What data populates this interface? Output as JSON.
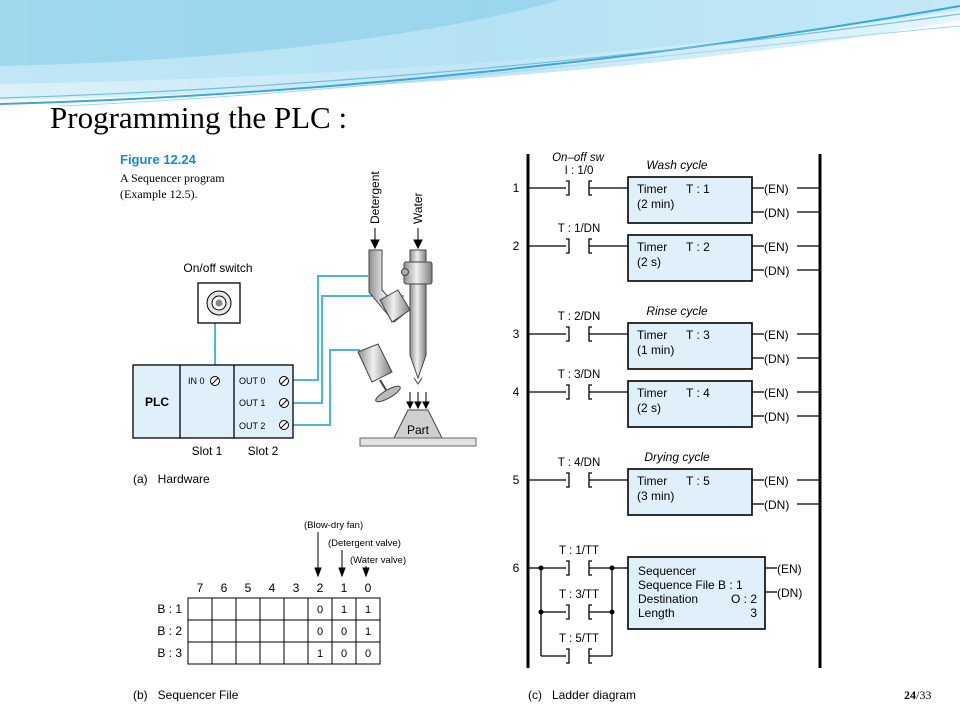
{
  "slide": {
    "title": "Programming the PLC :",
    "page_current": "24",
    "page_sep": "/",
    "page_total": "33"
  },
  "figure": {
    "label": "Figure 12.24",
    "caption_1": "A Sequencer program",
    "caption_2": "(Example 12.5)."
  },
  "hardware": {
    "detergent": "Detergent",
    "water": "Water",
    "switch_label": "On/off switch",
    "plc": "PLC",
    "in0": "IN 0",
    "out0": "OUT 0",
    "out1": "OUT 1",
    "out2": "OUT 2",
    "slot1": "Slot 1",
    "slot2": "Slot 2",
    "part": "Part",
    "caption": "(a)   Hardware"
  },
  "sequencer_file": {
    "blow_dry": "(Blow-dry fan)",
    "detergent_valve": "(Detergent valve)",
    "water_valve": "(Water valve)",
    "bits": [
      "7",
      "6",
      "5",
      "4",
      "3",
      "2",
      "1",
      "0"
    ],
    "rows": [
      {
        "label": "B : 1",
        "cells": [
          "",
          "",
          "",
          "",
          "",
          "0",
          "1",
          "1"
        ]
      },
      {
        "label": "B : 2",
        "cells": [
          "",
          "",
          "",
          "",
          "",
          "0",
          "0",
          "1"
        ]
      },
      {
        "label": "B : 3",
        "cells": [
          "",
          "",
          "",
          "",
          "",
          "1",
          "0",
          "0"
        ]
      }
    ],
    "caption": "(b)   Sequencer File"
  },
  "ladder": {
    "caption": "(c)   Ladder diagram",
    "onoff": "On–off sw",
    "en": "(EN)",
    "dn": "(DN)",
    "rungs": [
      {
        "num": "1",
        "contact": "I : 1/0",
        "section": "Wash cycle",
        "timer": "Timer",
        "tnum": "T : 1",
        "preset": "(2 min)"
      },
      {
        "num": "2",
        "contact": "T : 1/DN",
        "section": "",
        "timer": "Timer",
        "tnum": "T : 2",
        "preset": "(2 s)"
      },
      {
        "num": "3",
        "contact": "T : 2/DN",
        "section": "Rinse cycle",
        "timer": "Timer",
        "tnum": "T : 3",
        "preset": "(1 min)"
      },
      {
        "num": "4",
        "contact": "T : 3/DN",
        "section": "",
        "timer": "Timer",
        "tnum": "T : 4",
        "preset": "(2 s)"
      },
      {
        "num": "5",
        "contact": "T : 4/DN",
        "section": "Drying cycle",
        "timer": "Timer",
        "tnum": "T : 5",
        "preset": "(3 min)"
      }
    ],
    "rung6": {
      "num": "6",
      "contacts": [
        "T : 1/TT",
        "T : 3/TT",
        "T : 5/TT"
      ],
      "l1": "Sequencer",
      "l2": "Sequence File B : 1",
      "l3a": "Destination",
      "l3b": "O : 2",
      "l4a": "Length",
      "l4b": "3"
    }
  }
}
